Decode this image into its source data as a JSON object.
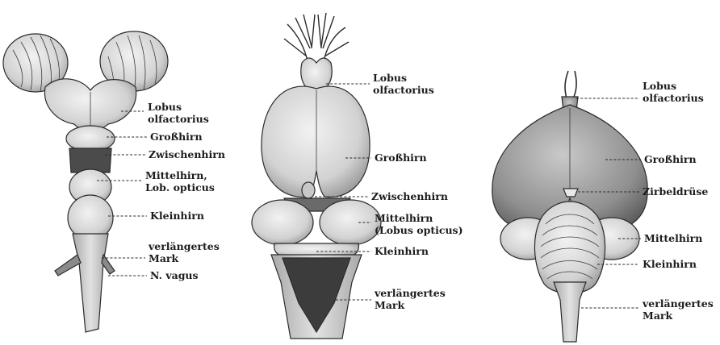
{
  "specimens": [
    {
      "labels": [
        "Lobus olfactorius",
        "Großhirn",
        "Zwischenhirn",
        "Mittelhirn, Lob. opticus",
        "Kleinhirn",
        "verlängertes Mark",
        "N. vagus"
      ]
    },
    {
      "labels": [
        "Lobus olfactorius",
        "Großhirn",
        "Zwischenhirn",
        "Mittelhirn (Lobus opticus)",
        "Kleinhirn",
        "verlängertes Mark"
      ]
    },
    {
      "labels": [
        "Lobus olfactorius",
        "Großhirn",
        "Zirbeldrüse",
        "Mittelhirn",
        "Kleinhirn",
        "verlängertes Mark"
      ]
    }
  ],
  "colors": {
    "tissue": "#dcdcdc",
    "tissue_dark": "#9a9a9a",
    "cavity": "#4a4a4a",
    "ink": "#1c1c1c"
  }
}
